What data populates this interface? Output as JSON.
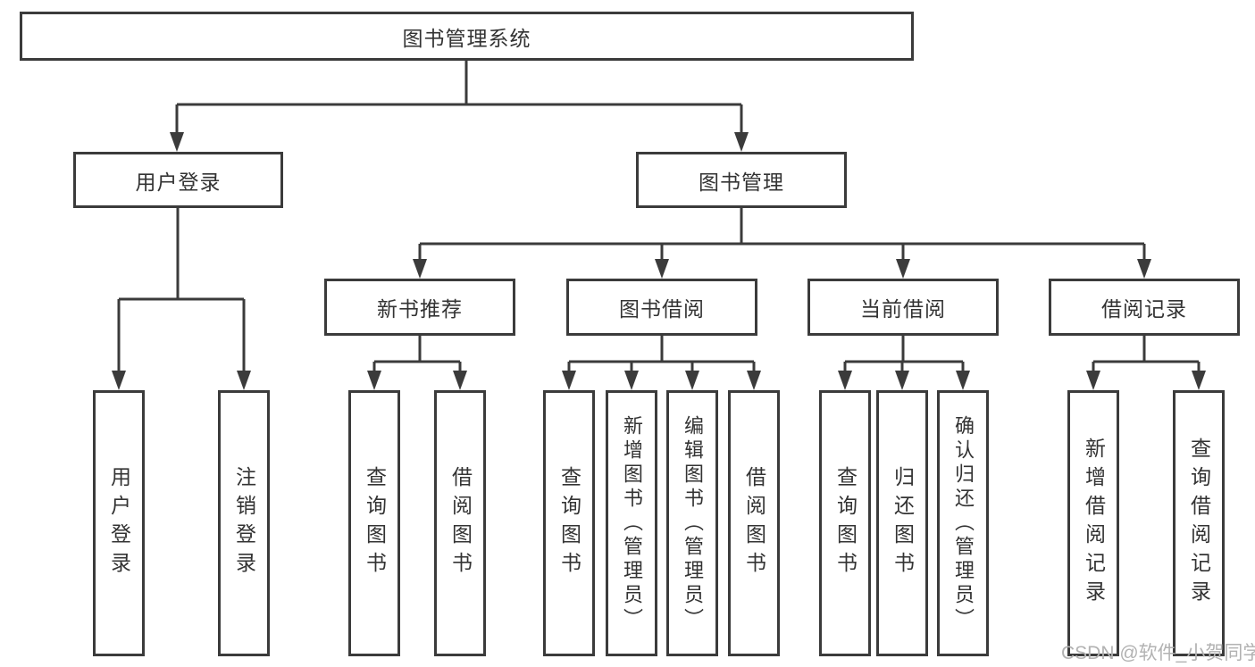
{
  "diagram": {
    "root": "图书管理系统",
    "branches": [
      {
        "label": "用户登录",
        "children": [
          "用户登录",
          "注销登录"
        ]
      },
      {
        "label": "图书管理",
        "modules": [
          {
            "label": "新书推荐",
            "children": [
              "查询图书",
              "借阅图书"
            ]
          },
          {
            "label": "图书借阅",
            "children": [
              "查询图书",
              "新增图书（管理员）",
              "编辑图书（管理员）",
              "借阅图书"
            ]
          },
          {
            "label": "当前借阅",
            "children": [
              "查询图书",
              "归还图书",
              "确认归还（管理员）"
            ]
          },
          {
            "label": "借阅记录",
            "children": [
              "新增借阅记录",
              "查询借阅记录"
            ]
          }
        ]
      }
    ]
  },
  "watermark": "CSDN @软件_小贺同学",
  "colors": {
    "line": "#3b3b3b",
    "text": "#333333",
    "watermark": "#b2b2b2",
    "background": "#ffffff"
  }
}
